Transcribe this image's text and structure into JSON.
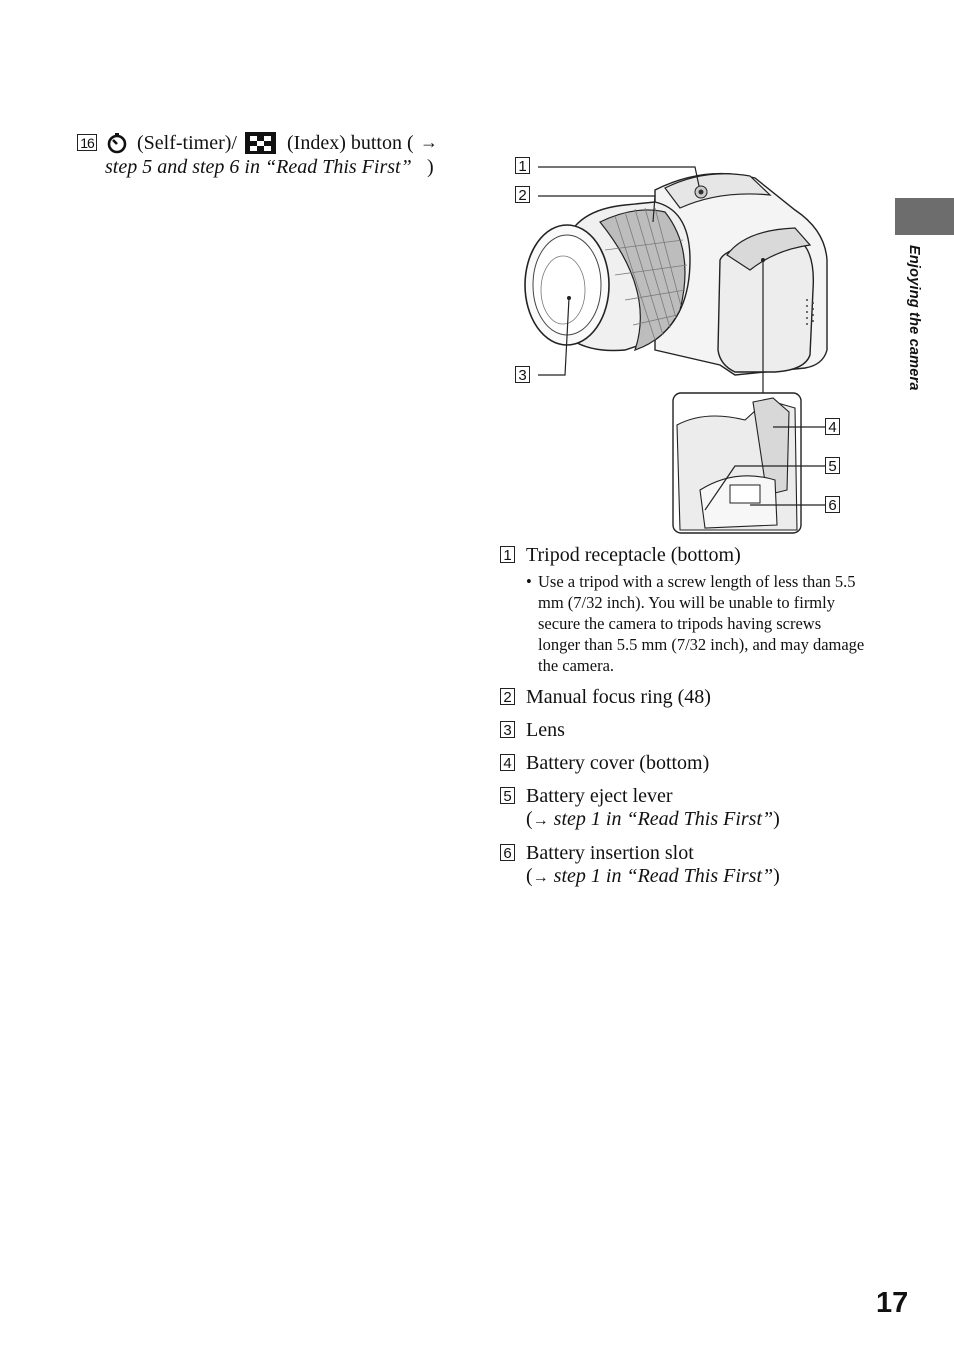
{
  "header_item": {
    "number": "16",
    "text_after_timer_icon": "(Self-timer)/",
    "text_after_index_icon": "(Index) button (",
    "arrow": "→",
    "line2_italic": "step 5 and step 6 in “Read This First”",
    "line2_close": ")"
  },
  "figure": {
    "callout_1": "1",
    "callout_2": "2",
    "callout_3": "3",
    "callout_4": "4",
    "callout_5": "5",
    "callout_6": "6"
  },
  "items": [
    {
      "number": "1",
      "title": "Tripod receptacle (bottom)"
    },
    {
      "number": "2",
      "title": "Manual focus ring (48)"
    },
    {
      "number": "3",
      "title": "Lens"
    },
    {
      "number": "4",
      "title": "Battery cover (bottom)"
    },
    {
      "number": "5",
      "title": "Battery eject lever",
      "ref_open": "(",
      "ref_arrow": "→",
      "ref_italic": "step 1 in “Read This First”",
      "ref_close": ")"
    },
    {
      "number": "6",
      "title": "Battery insertion slot",
      "ref_open": "(",
      "ref_arrow": "→",
      "ref_italic": "step 1 in “Read This First”",
      "ref_close": ")"
    }
  ],
  "tripod_note": {
    "bullet": "•",
    "text": "Use a tripod with a screw length of less than 5.5 mm (7/32 inch). You will be unable to firmly secure the camera to tripods having screws longer than 5.5 mm (7/32 inch), and may damage the camera."
  },
  "side_tab": {
    "label": "Enjoying the camera",
    "color": "#6d6d6d"
  },
  "page_number": "17"
}
